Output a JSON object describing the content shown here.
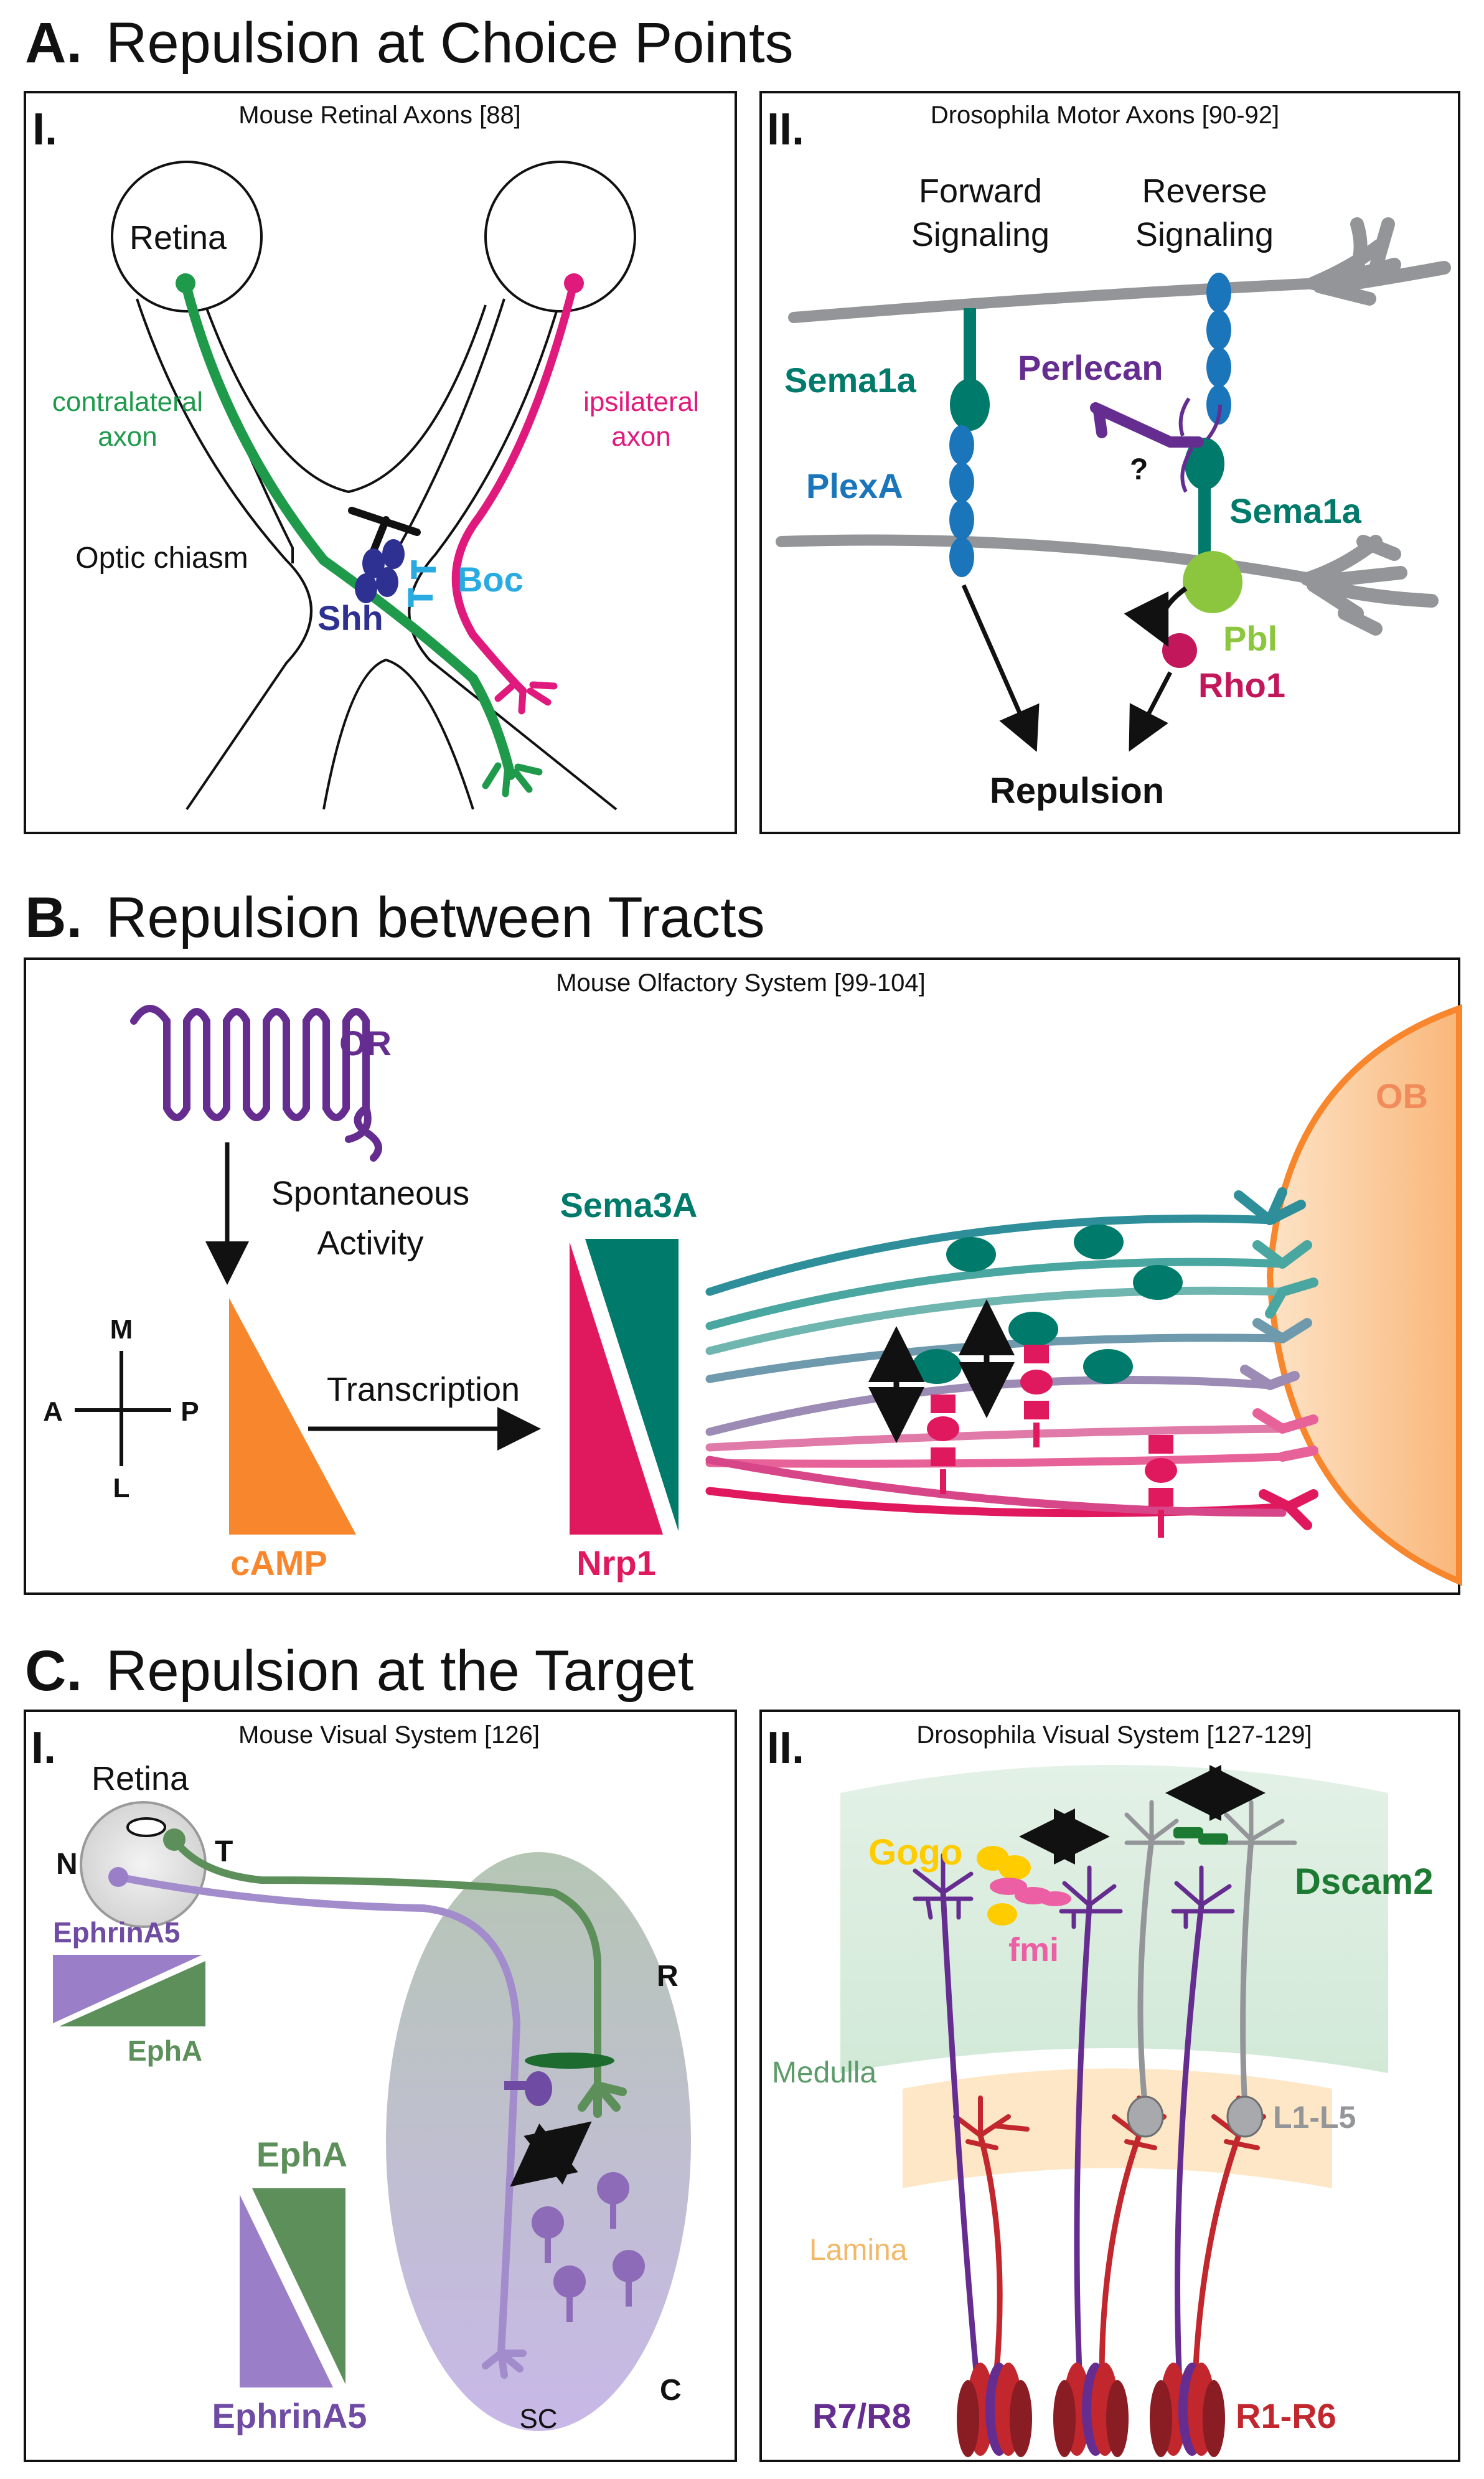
{
  "sections": {
    "a": {
      "letter": "A.",
      "title": "Repulsion at Choice Points"
    },
    "b": {
      "letter": "B.",
      "title": "Repulsion between Tracts"
    },
    "c": {
      "letter": "C.",
      "title": "Repulsion at the Target"
    }
  },
  "panel_a1": {
    "numeral": "I.",
    "title": "Mouse Retinal Axons [88]",
    "retina": "Retina",
    "contralateral_1": "contralateral",
    "contralateral_2": "axon",
    "ipsilateral_1": "ipsilateral",
    "ipsilateral_2": "axon",
    "optic_chiasm": "Optic chiasm",
    "shh": "Shh",
    "boc": "Boc"
  },
  "panel_a2": {
    "numeral": "II.",
    "title": "Drosophila Motor Axons [90-92]",
    "forward_1": "Forward",
    "forward_2": "Signaling",
    "reverse_1": "Reverse",
    "reverse_2": "Signaling",
    "sema1a_left": "Sema1a",
    "perlecan": "Perlecan",
    "question": "?",
    "plexa": "PlexA",
    "sema1a_right": "Sema1a",
    "pbl": "Pbl",
    "rho1": "Rho1",
    "repulsion": "Repulsion"
  },
  "panel_b": {
    "title": "Mouse Olfactory System [99-104]",
    "or": "OR",
    "spontaneous": "Spontaneous",
    "activity": "Activity",
    "m": "M",
    "a": "A",
    "p": "P",
    "l": "L",
    "camp": "cAMP",
    "transcription": "Transcription",
    "sema3a": "Sema3A",
    "nrp1": "Nrp1",
    "ob": "OB"
  },
  "panel_c1": {
    "numeral": "I.",
    "title": "Mouse Visual System [126]",
    "retina": "Retina",
    "n": "N",
    "t": "T",
    "ephrina5_top": "EphrinA5",
    "epha_top": "EphA",
    "r": "R",
    "epha_bottom": "EphA",
    "ephrina5_bottom": "EphrinA5",
    "sc": "SC",
    "c": "C"
  },
  "panel_c2": {
    "numeral": "II.",
    "title": "Drosophila Visual System [127-129]",
    "gogo": "Gogo",
    "fmi": "fmi",
    "dscam2": "Dscam2",
    "medulla": "Medulla",
    "l1l5": "L1-L5",
    "lamina": "Lamina",
    "r7r8": "R7/R8",
    "r1r6": "R1-R6"
  },
  "colors": {
    "green_axon": "#1f9a4b",
    "magenta_axon": "#e0197d",
    "shh": "#2e3192",
    "boc": "#29abe2",
    "teal": "#007a6a",
    "blue": "#1b75bb",
    "purple": "#662d91",
    "pbl": "#8cc63f",
    "rho1": "#c2185b",
    "orange": "#f7862c",
    "ob_fill": "#fbd3ad",
    "epha_green": "#5c8f5a",
    "ephrin_purple": "#8e6bb8",
    "gogo": "#ffcc00",
    "fmi": "#ec5fa4",
    "dscam2": "#1d7a32",
    "medulla": "#e6f2e8",
    "lamina": "#fde7c6",
    "red": "#c1272d",
    "grey": "#939598"
  }
}
